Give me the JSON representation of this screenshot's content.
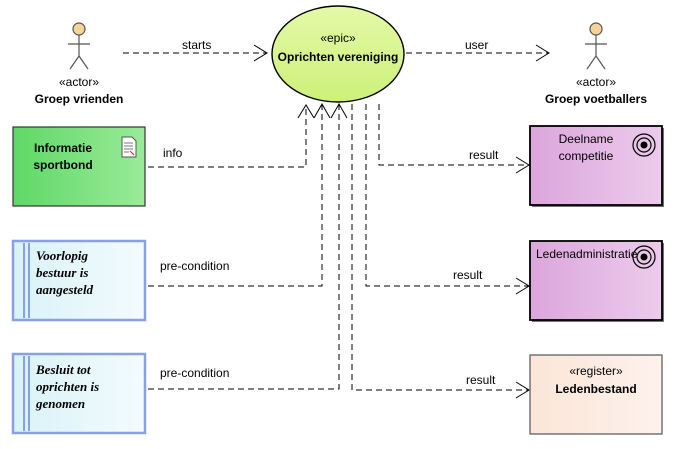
{
  "actors": {
    "left": {
      "stereotype": "«actor»",
      "name": "Groep vrienden"
    },
    "right": {
      "stereotype": "«actor»",
      "name": "Groep voetballers"
    }
  },
  "epic": {
    "stereotype": "«epic»",
    "name": "Oprichten vereniging"
  },
  "info_node": {
    "line1": "Informatie",
    "line2": "sportbond"
  },
  "precondition1": {
    "line1": "Voorlopig",
    "line2": "bestuur is",
    "line3": "aangesteld"
  },
  "precondition2": {
    "line1": "Besluit tot",
    "line2": "oprichten is",
    "line3": "genomen"
  },
  "goal1": {
    "line1": "Deelname",
    "line2": "competitie"
  },
  "goal2": {
    "name": "Ledenadministratie"
  },
  "register": {
    "stereotype": "«register»",
    "name": "Ledenbestand"
  },
  "edges": {
    "starts": "starts",
    "user": "user",
    "info": "info",
    "precondition1": "pre-condition",
    "precondition2": "pre-condition",
    "result1": "result",
    "result2": "result",
    "result3": "result"
  }
}
